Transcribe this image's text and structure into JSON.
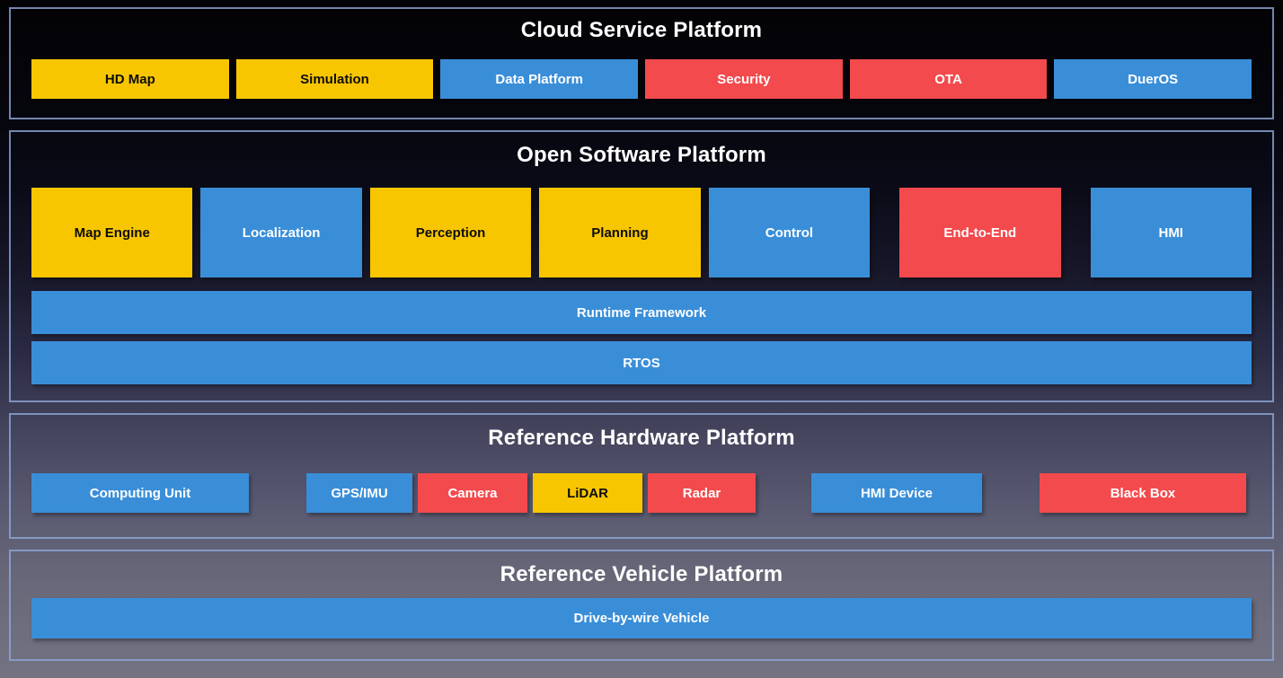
{
  "palette": {
    "yellow": "#F8C601",
    "blue": "#3A8ED8",
    "red": "#F34A4D",
    "section_border": "rgba(142,168,215,0.8)",
    "title_text": "#FFFFFF",
    "text_on_yellow": "#0D0D0D",
    "text_on_color": "#FFFFFF"
  },
  "sections": {
    "cloud": {
      "title": "Cloud Service Platform",
      "boxes": [
        {
          "label": "HD Map",
          "color": "yellow"
        },
        {
          "label": "Simulation",
          "color": "yellow"
        },
        {
          "label": "Data Platform",
          "color": "blue"
        },
        {
          "label": "Security",
          "color": "red"
        },
        {
          "label": "OTA",
          "color": "red"
        },
        {
          "label": "DuerOS",
          "color": "blue"
        }
      ]
    },
    "software": {
      "title": "Open Software Platform",
      "modules": [
        {
          "label": "Map Engine",
          "color": "yellow"
        },
        {
          "label": "Localization",
          "color": "blue"
        },
        {
          "label": "Perception",
          "color": "yellow"
        },
        {
          "label": "Planning",
          "color": "yellow"
        },
        {
          "label": "Control",
          "color": "blue"
        },
        {
          "label": "End-to-End",
          "color": "red"
        },
        {
          "label": "HMI",
          "color": "blue"
        }
      ],
      "bars": [
        {
          "label": "Runtime Framework",
          "color": "blue"
        },
        {
          "label": "RTOS",
          "color": "blue"
        }
      ]
    },
    "hardware": {
      "title": "Reference Hardware Platform",
      "boxes": [
        {
          "label": "Computing Unit",
          "color": "blue"
        },
        {
          "label": "GPS/IMU",
          "color": "blue"
        },
        {
          "label": "Camera",
          "color": "red"
        },
        {
          "label": "LiDAR",
          "color": "yellow"
        },
        {
          "label": "Radar",
          "color": "red"
        },
        {
          "label": "HMI Device",
          "color": "blue"
        },
        {
          "label": "Black Box",
          "color": "red"
        }
      ]
    },
    "vehicle": {
      "title": "Reference Vehicle Platform",
      "bar": {
        "label": "Drive-by-wire Vehicle",
        "color": "blue"
      }
    }
  }
}
